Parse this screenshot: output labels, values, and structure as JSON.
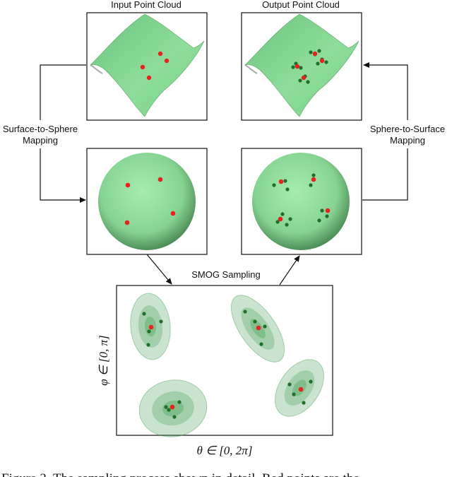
{
  "labels": {
    "input_title": "Input Point Cloud",
    "output_title": "Output Point Cloud",
    "left_mapping_line1": "Surface-to-Sphere",
    "left_mapping_line2": "Mapping",
    "right_mapping_line1": "Sphere-to-Surface",
    "right_mapping_line2": "Mapping",
    "smog_title": "SMOG Sampling",
    "y_axis": "φ ∈ [0, π]",
    "x_axis": "θ ∈ [0, 2π]",
    "caption_fragment": "Figure 3. The sampling process shown in detail. Red points are the"
  },
  "colors": {
    "surface_green": "#7fd08f",
    "sphere_green": "#8fdc9a",
    "seed_point": "#e8231f",
    "sampled_point": "#1f6e2b",
    "gaussian_fill": "#3e9a4f"
  }
}
